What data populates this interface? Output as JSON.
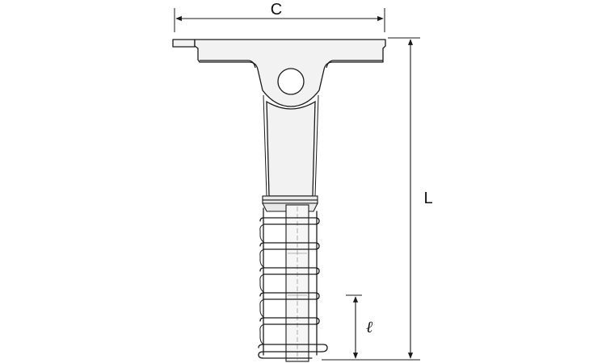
{
  "dimensions": {
    "width_label": "C",
    "length_label": "L",
    "engagement_label": "ℓ"
  },
  "colors": {
    "stroke": "#1a1a1a",
    "part_fill": "#f2f2f2",
    "background": "#ffffff",
    "center_line": "#9a9a9a"
  }
}
